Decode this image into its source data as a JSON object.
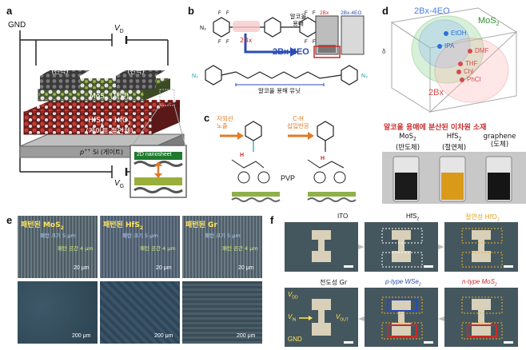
{
  "panels": {
    "a": "a",
    "b": "b",
    "c": "c",
    "d": "d",
    "e": "e",
    "f": "f"
  },
  "panel_a": {
    "gnd": "GND",
    "vd": "V",
    "vd_sub": "D",
    "vg": "V",
    "vg_sub": "G",
    "graphene_left": "graphene",
    "graphene_left_sub": "(전극)",
    "graphene_right": "graphene",
    "graphene_right_sub": "(전극)",
    "mos2": "MoS",
    "mos2_tail": "(채널)",
    "hfs2": "HfS",
    "hfs2_mid": "→ HfO",
    "hfs2_sub": "(게이트 절연체)",
    "psi": "p",
    "psi_tail": " Si (게이트)",
    "nanosheet": "2D nanosheet"
  },
  "panel_b": {
    "label_2bx": "2Bx",
    "alcohol_solvent": "알코올\n용매",
    "vial_2bx": "2Bx",
    "vial_2bx4eo": "2Bx-4EO",
    "product": "2Bx-4EO",
    "induced": "알코올 용해 유닛"
  },
  "panel_c": {
    "uv": "자외선\n노출",
    "insertion": "C-H\n삽입반응",
    "pvp": "PVP"
  },
  "panel_d": {
    "label_2bx4eo": "2Bx-4EO",
    "label_mos2": "MoS",
    "label_2bx": "2Bx",
    "axis_label": "δ",
    "solvents": [
      "EtOH",
      "IPA",
      "DMF",
      "THF",
      "Chl",
      "PhCl"
    ],
    "solvent_colors": [
      "#2e6fd8",
      "#2e6fd8",
      "#d84a4a",
      "#d84a4a",
      "#d84a4a",
      "#d84a4a"
    ],
    "dispersion_title": "알코올 용매에 분산된 이차원 소재",
    "vials": [
      {
        "name": "MoS",
        "role": "(반도체)",
        "color": "#1b1b1b"
      },
      {
        "name": "HfS",
        "role": "(절연체)",
        "color": "#d99a1a"
      },
      {
        "name": "graphene",
        "role": "(도체)",
        "color": "#151515"
      }
    ]
  },
  "panel_e": {
    "titles": [
      "패턴된 MoS",
      "패턴된 HfS",
      "패턴된 Gr"
    ],
    "pattern_size": "패턴 크기 5 μm",
    "pattern_gap": "패턴 공간 4 μm",
    "scale_top": "20 μm",
    "scale_bottom": "200 μm"
  },
  "panel_f": {
    "top_labels": [
      "ITO",
      "HfS",
      "절연성 HfO"
    ],
    "bottom_labels": [
      "전도성 Gr",
      "p-type WSe",
      "n-type MoS"
    ],
    "vdd": "V",
    "vdd_sub": "DD",
    "vin": "V",
    "vin_sub": "IN",
    "vout": "V",
    "vout_sub": "OUT",
    "gnd": "GND"
  }
}
